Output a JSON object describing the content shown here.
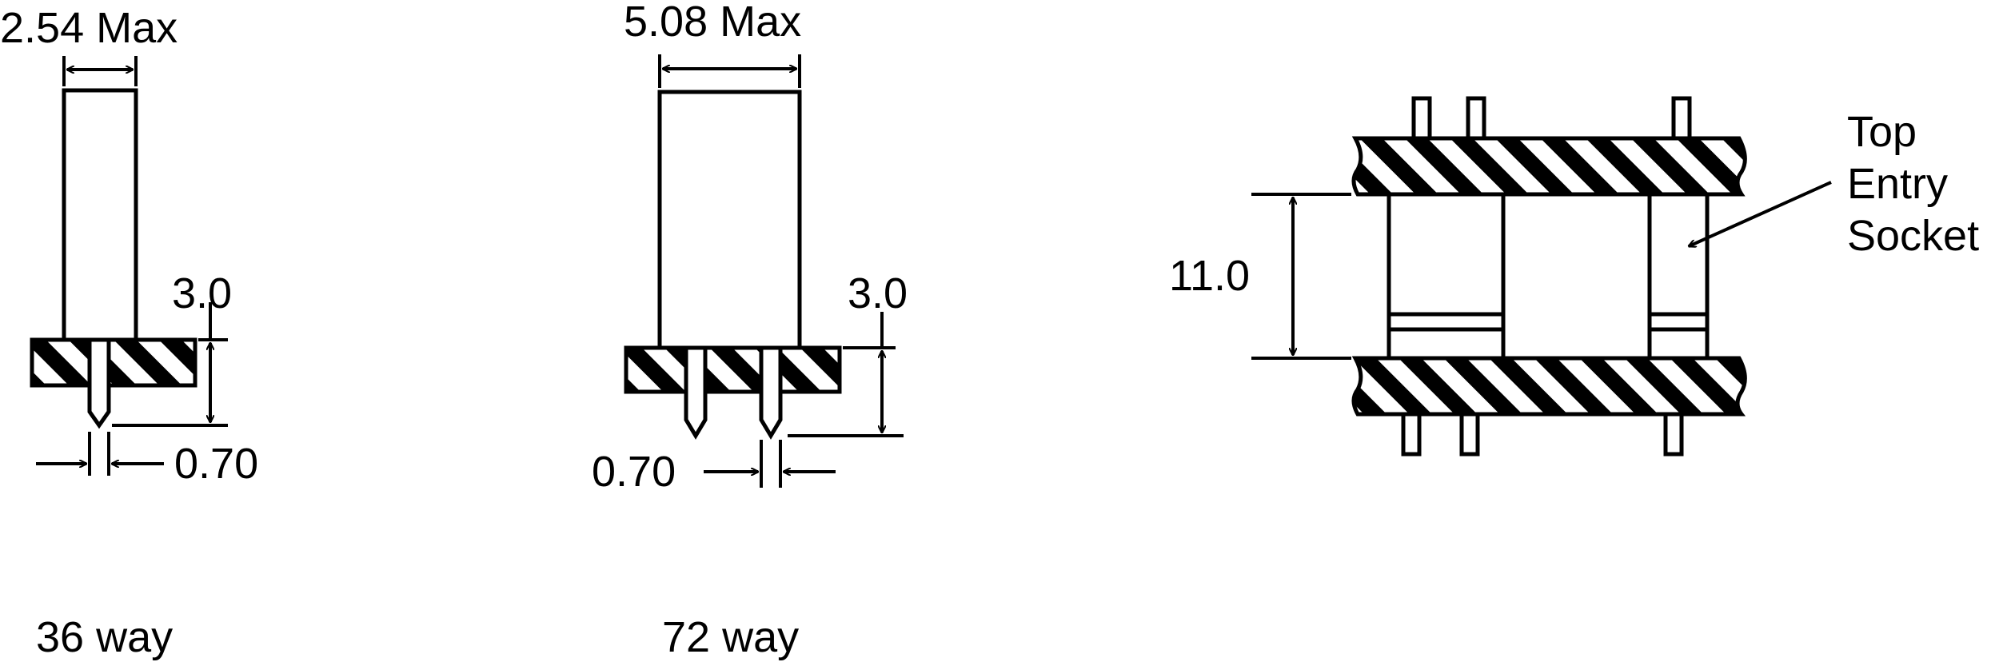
{
  "left_view": {
    "width_label": "2.54 Max",
    "height_label": "3.0",
    "pin_label": "0.70",
    "caption": "36 way"
  },
  "middle_view": {
    "width_label": "5.08 Max",
    "height_label": "3.0",
    "pin_label": "0.70",
    "caption": "72 way"
  },
  "right_view": {
    "height_label": "11.0",
    "callout_line1": "Top",
    "callout_line2": "Entry",
    "callout_line3": "Socket"
  }
}
